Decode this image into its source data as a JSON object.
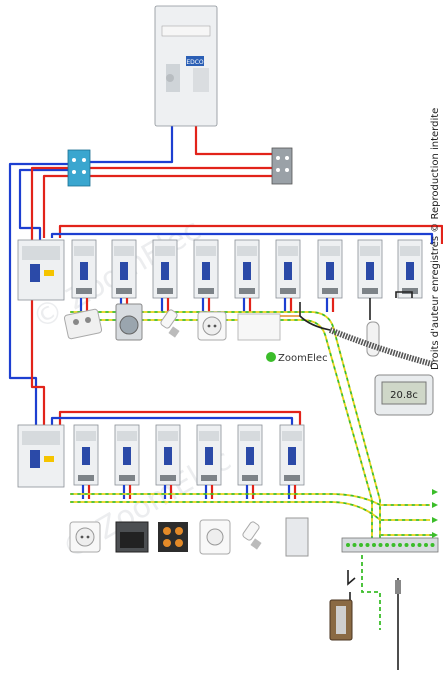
{
  "diagram": {
    "meter_brand": "EDCO",
    "brand_label": "ZoomElec",
    "thermostat_reading": "20.8c",
    "copyright": "Droits d'auteur enregistrés © Reproduction interdite",
    "watermark": "© ZoomElec"
  },
  "colors": {
    "phase": "#e2231a",
    "neutral": "#1d3fd1",
    "ground_green": "#3bbd2a",
    "ground_yellow": "#e7d21c",
    "bornier": "#3aa6cf"
  }
}
